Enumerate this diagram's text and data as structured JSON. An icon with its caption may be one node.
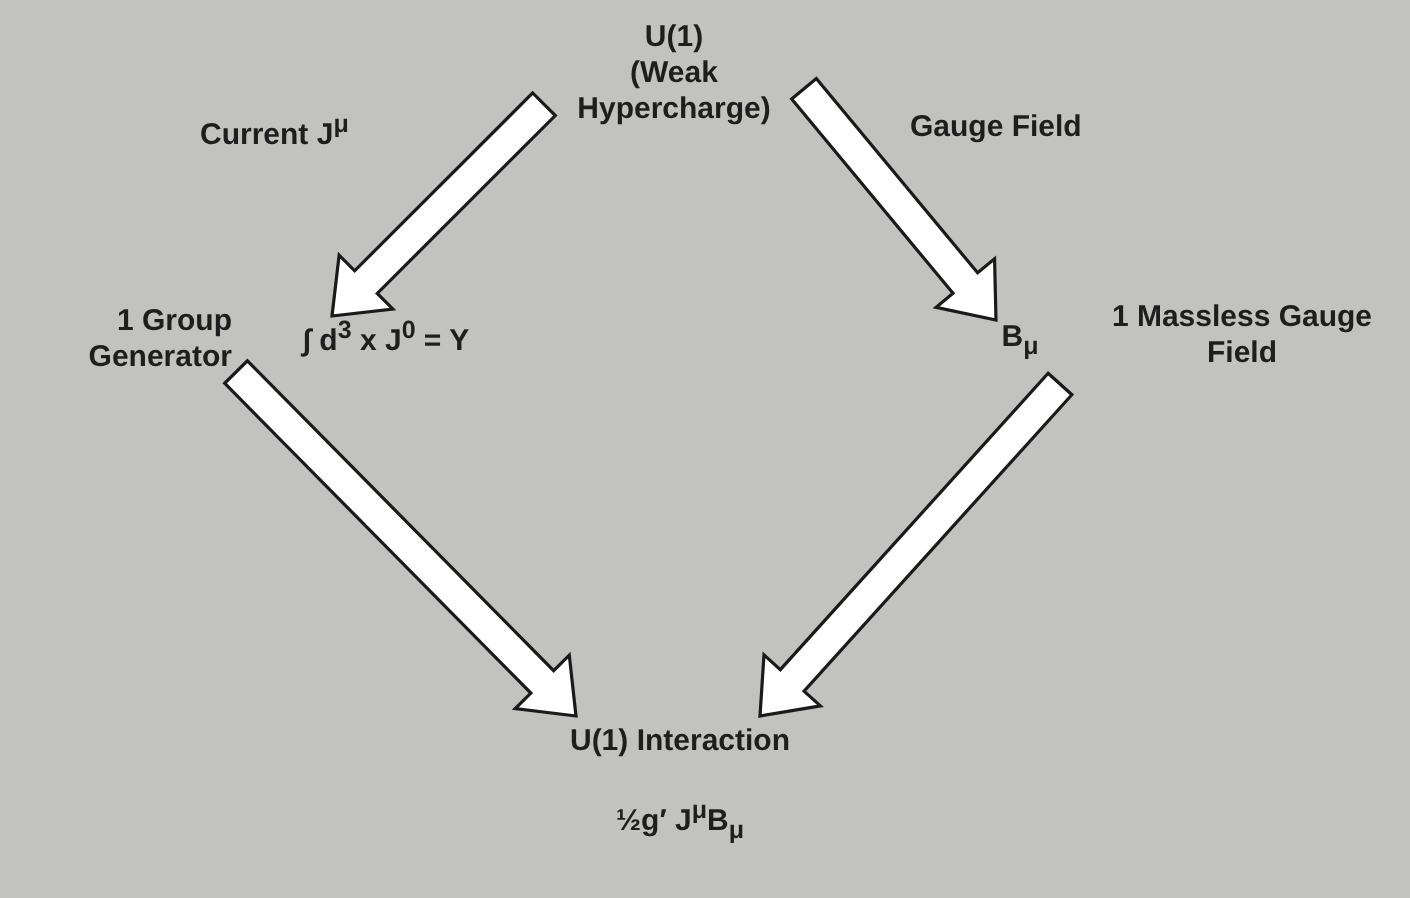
{
  "diagram": {
    "nodes": [
      {
        "text": [
          "U(1)",
          "(Weak Hypercharge)"
        ]
      },
      {
        "text": [
          "∫ d$^{3}$ x J$^{0}$ = Y"
        ],
        "beside": [
          "1 Group Generator"
        ]
      },
      {
        "text": [
          "B$_{μ}$"
        ],
        "beside": [
          "1 Massless Gauge Field"
        ]
      },
      {
        "text": [
          "U(1) Interaction",
          "½g′ J$^{μ}$B$_{μ}$"
        ]
      }
    ],
    "edges": [
      {
        "from": 0,
        "to": 1,
        "arrow": "to",
        "label": "Current J$^{μ}$"
      },
      {
        "from": 0,
        "to": 2,
        "arrow": "to",
        "label": "Gauge Field"
      },
      {
        "from": 1,
        "to": 3,
        "arrow": "to"
      },
      {
        "from": 2,
        "to": 3,
        "arrow": "to"
      }
    ]
  }
}
